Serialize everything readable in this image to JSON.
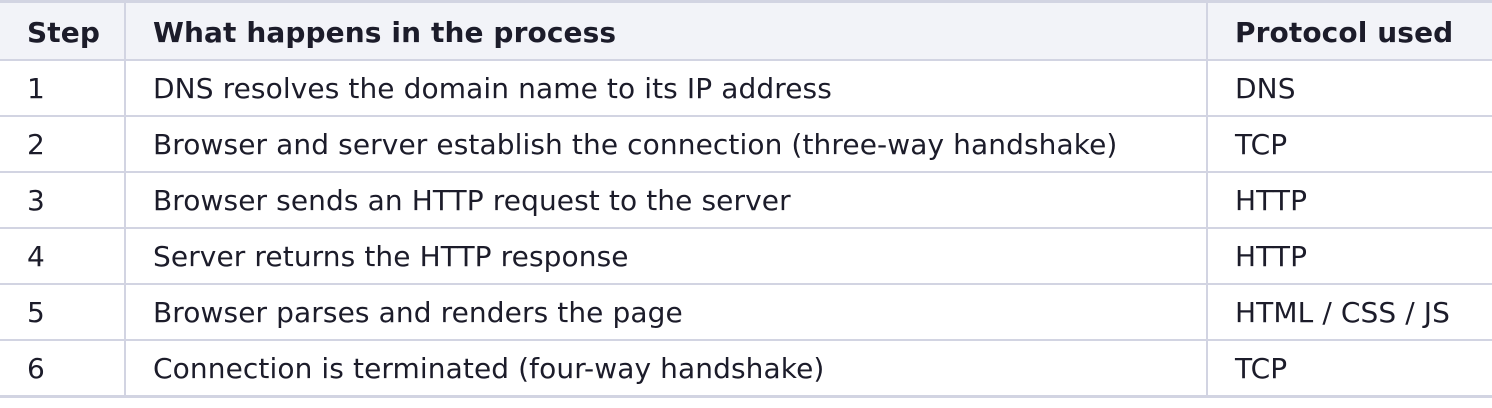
{
  "table": {
    "headers": {
      "step": "Step",
      "description": "What happens in the process",
      "protocol": "Protocol used"
    },
    "rows": [
      {
        "step": "1",
        "description": "DNS resolves the domain name to its IP address",
        "protocol": "DNS"
      },
      {
        "step": "2",
        "description": "Browser and server establish the connection (three-way handshake)",
        "protocol": "TCP"
      },
      {
        "step": "3",
        "description": "Browser sends an HTTP request to the server",
        "protocol": "HTTP"
      },
      {
        "step": "4",
        "description": "Server returns the HTTP response",
        "protocol": "HTTP"
      },
      {
        "step": "5",
        "description": "Browser parses and renders the page",
        "protocol": "HTML / CSS / JS"
      },
      {
        "step": "6",
        "description": "Connection is terminated (four-way handshake)",
        "protocol": "TCP"
      }
    ]
  },
  "colors": {
    "header_background": "#f2f3f8",
    "border": "#d2d4e2",
    "text": "#1c1c2a"
  }
}
